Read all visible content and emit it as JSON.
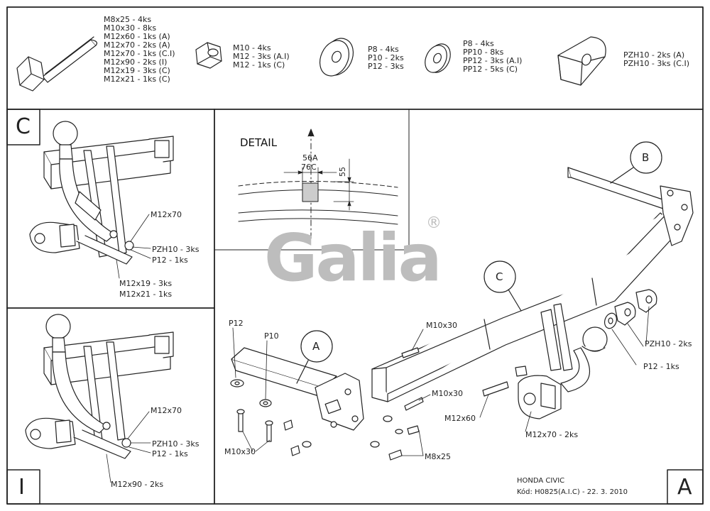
{
  "header_parts": {
    "bolts": [
      "M8x25 - 4ks",
      "M10x30 - 8ks",
      "M12x60 - 1ks (A)",
      "M12x70 - 2ks (A)",
      "M12x70 - 1ks (C.I)",
      "M12x90 - 2ks (I)",
      "M12x19 - 3ks (C)",
      "M12x21 - 1ks (C)"
    ],
    "nuts": [
      "M10 - 4ks",
      "M12 - 3ks (A.I)",
      "M12 - 1ks (C)"
    ],
    "washers_p": [
      "P8 - 4ks",
      "P10 - 2ks",
      "P12 - 3ks"
    ],
    "washers_pp": [
      "P8 - 4ks",
      "PP10 - 8ks",
      "PP12 - 3ks (A.I)",
      "PP12 - 5ks (C)"
    ],
    "spacers": [
      "PZH10 - 2ks (A)",
      "PZH10 - 3ks (C.I)"
    ]
  },
  "panel_c": {
    "letter": "C",
    "labels": [
      "M12x70",
      "PZH10 - 3ks",
      "P12 - 1ks",
      "M12x19 - 3ks",
      "M12x21 - 1ks"
    ]
  },
  "panel_i": {
    "letter": "I",
    "labels": [
      "M12x70",
      "PZH10 - 3ks",
      "P12 - 1ks",
      "M12x90 - 2ks"
    ]
  },
  "detail": {
    "title": "DETAIL",
    "dim_56a": "56A",
    "dim_76c": "76C",
    "dim_55": "55"
  },
  "logo": {
    "text": "Galia",
    "mark": "®"
  },
  "main": {
    "callout_b": "B",
    "callout_c": "C",
    "callout_a": "A",
    "labels": {
      "p12": "P12",
      "p10": "P10",
      "m10x30_top": "M10x30",
      "m10x30_mid": "M10x30",
      "m10x30_left": "M10x30",
      "m8x25": "M8x25",
      "m12x60": "M12x60",
      "m12x70": "M12x70 - 2ks",
      "pzh10": "PZH10 - 2ks",
      "p12_1ks": "P12 - 1ks"
    }
  },
  "title_block": {
    "model": "HONDA CIVIC",
    "code": "Kód: H0825(A.I.C) - 22. 3. 2010",
    "variant": "A"
  }
}
